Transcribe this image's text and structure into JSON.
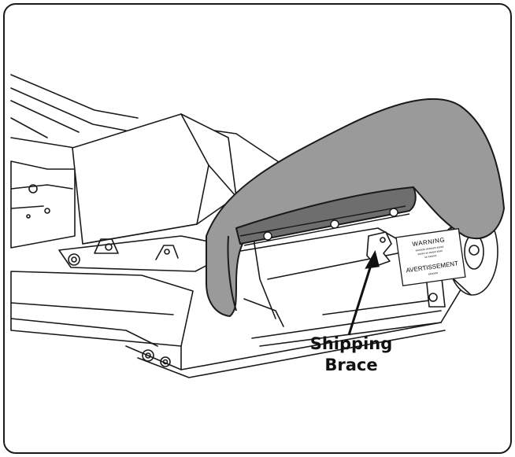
{
  "callout": {
    "line1": "Shipping",
    "line2": "Brace"
  },
  "decal": {
    "title": "WARNING",
    "fine_lines": [
      "xxxxxxx xxxxxxx xxxxx",
      "xxxxx xx xxxxx xxxx",
      "xx xxxxxx"
    ],
    "subtitle": "AVERTISSEMENT",
    "fine_bottom": "xxxxxxx"
  },
  "colors": {
    "outline": "#1a1a1a",
    "shroud_fill": "#9a9a9a",
    "shroud_dark": "#6e6e6e",
    "metal": "#ffffff"
  }
}
